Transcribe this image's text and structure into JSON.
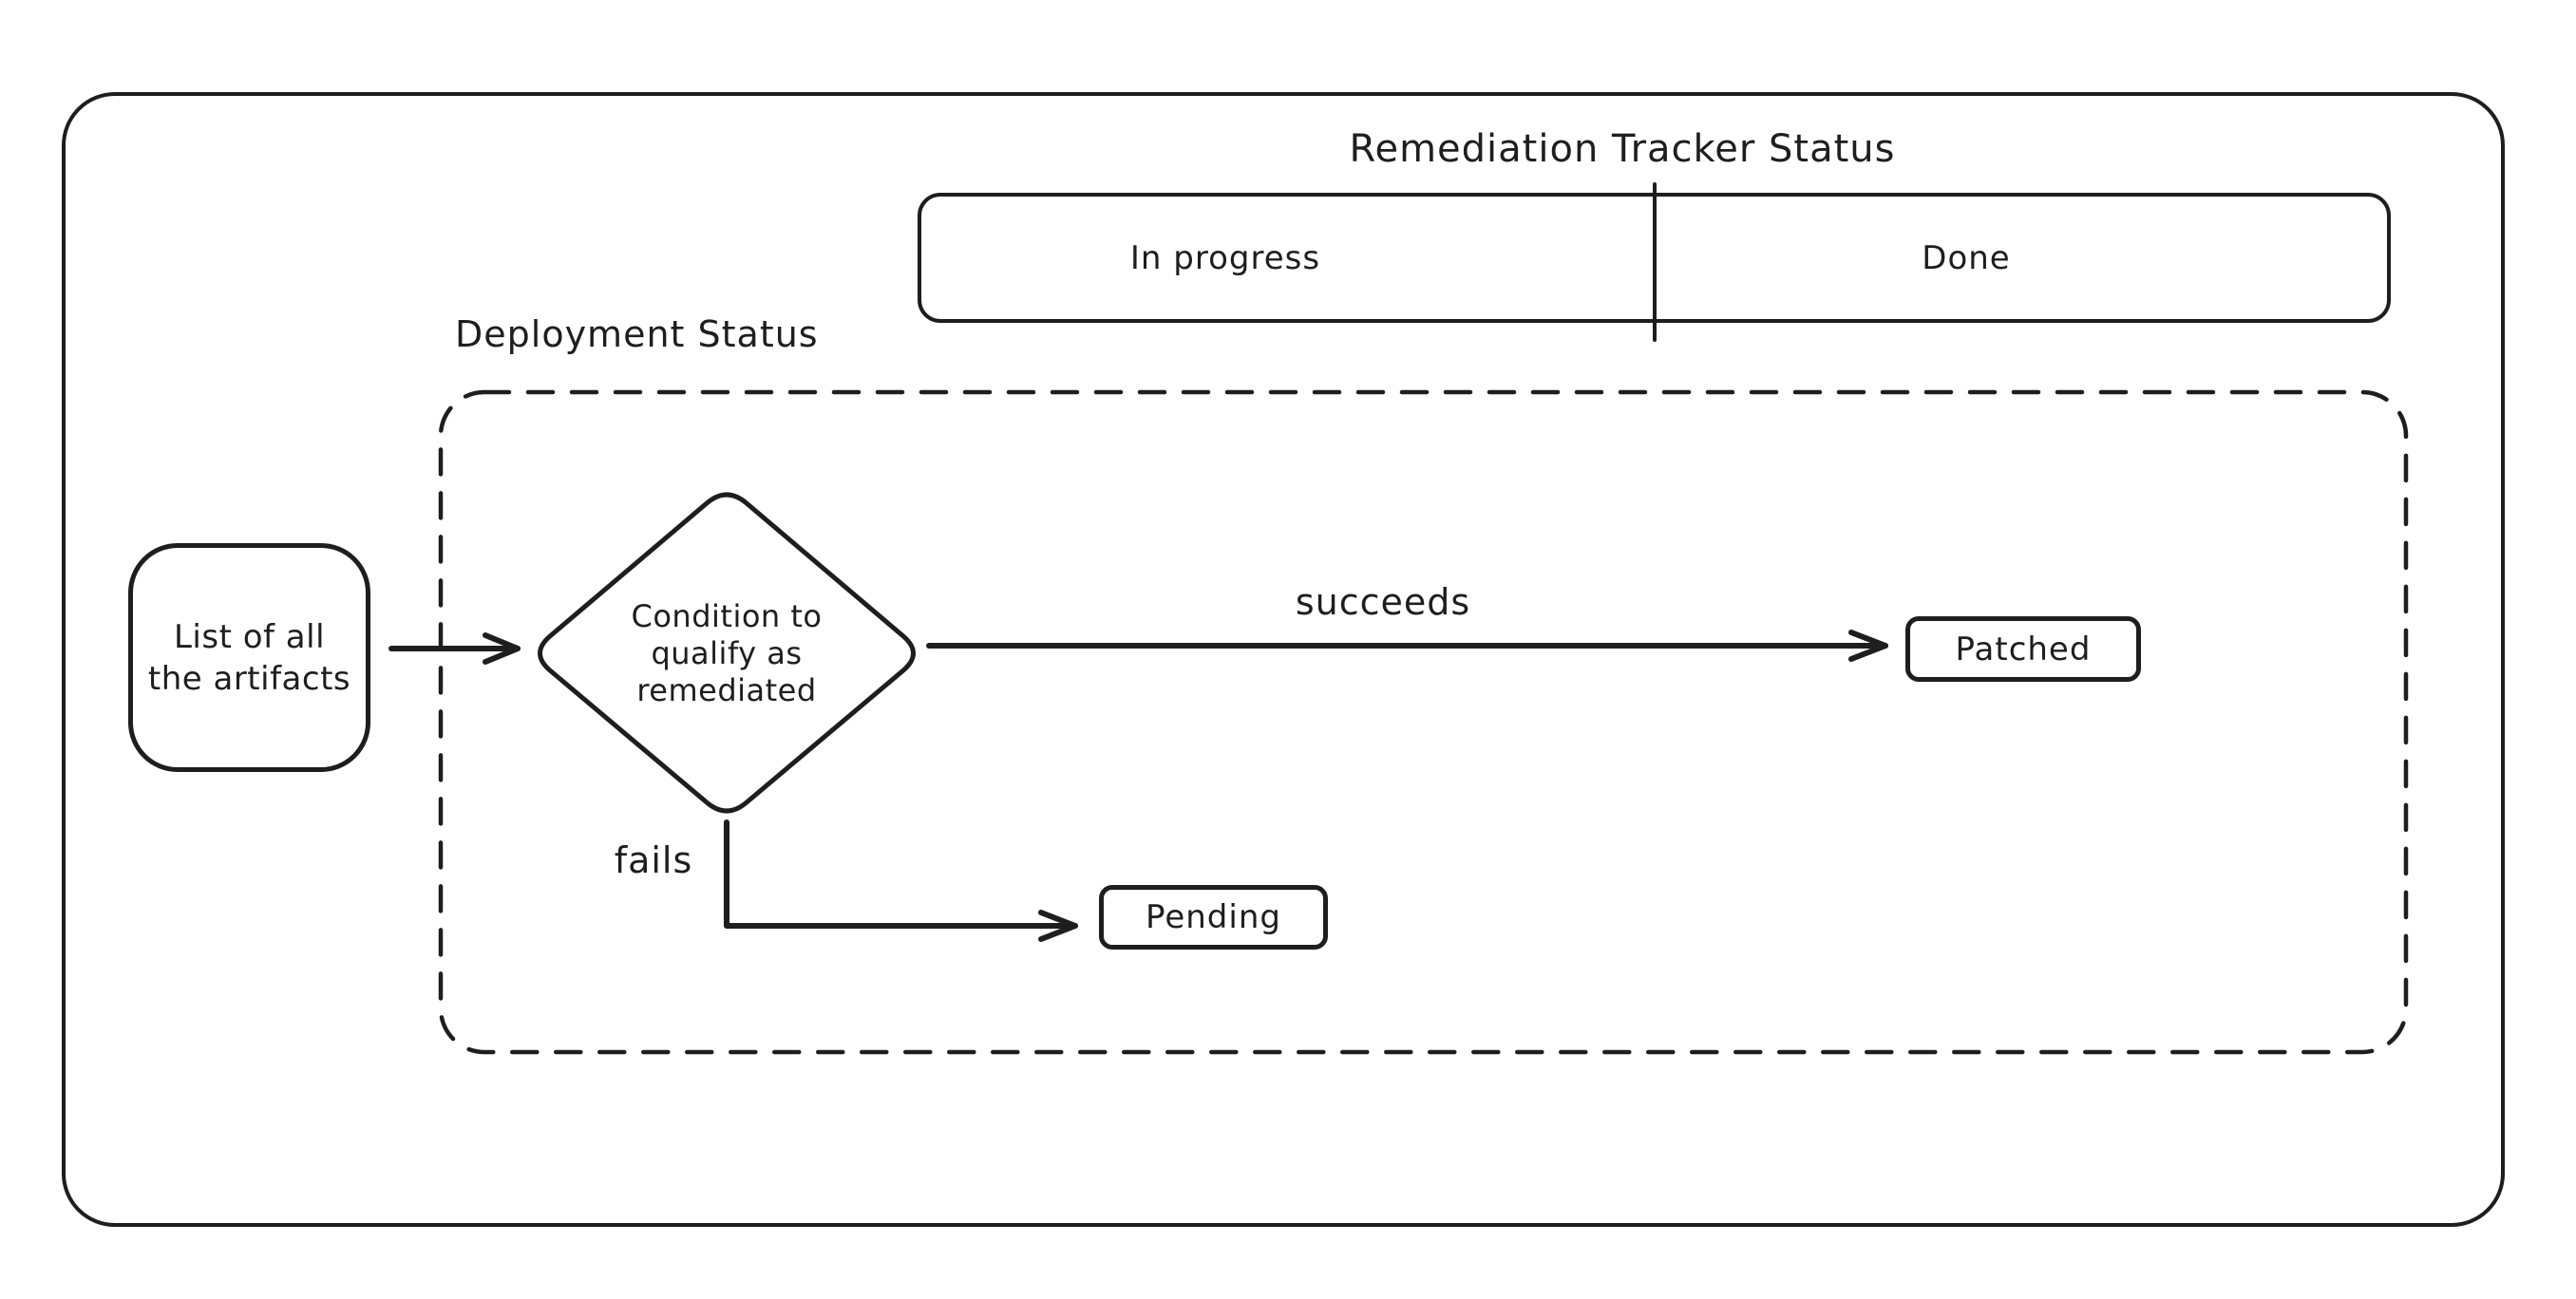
{
  "title": "Remediation Tracker Status",
  "tracker": {
    "in_progress": "In progress",
    "done": "Done"
  },
  "deployment": {
    "label": "Deployment Status"
  },
  "nodes": {
    "artifacts": "List of all\nthe artifacts",
    "condition": "Condition to\nqualify as\nremediated",
    "patched": "Patched",
    "pending": "Pending"
  },
  "edges": {
    "succeeds": "succeeds",
    "fails": "fails"
  },
  "colors": {
    "stroke": "#1e1e1e",
    "background": "#ffffff"
  }
}
